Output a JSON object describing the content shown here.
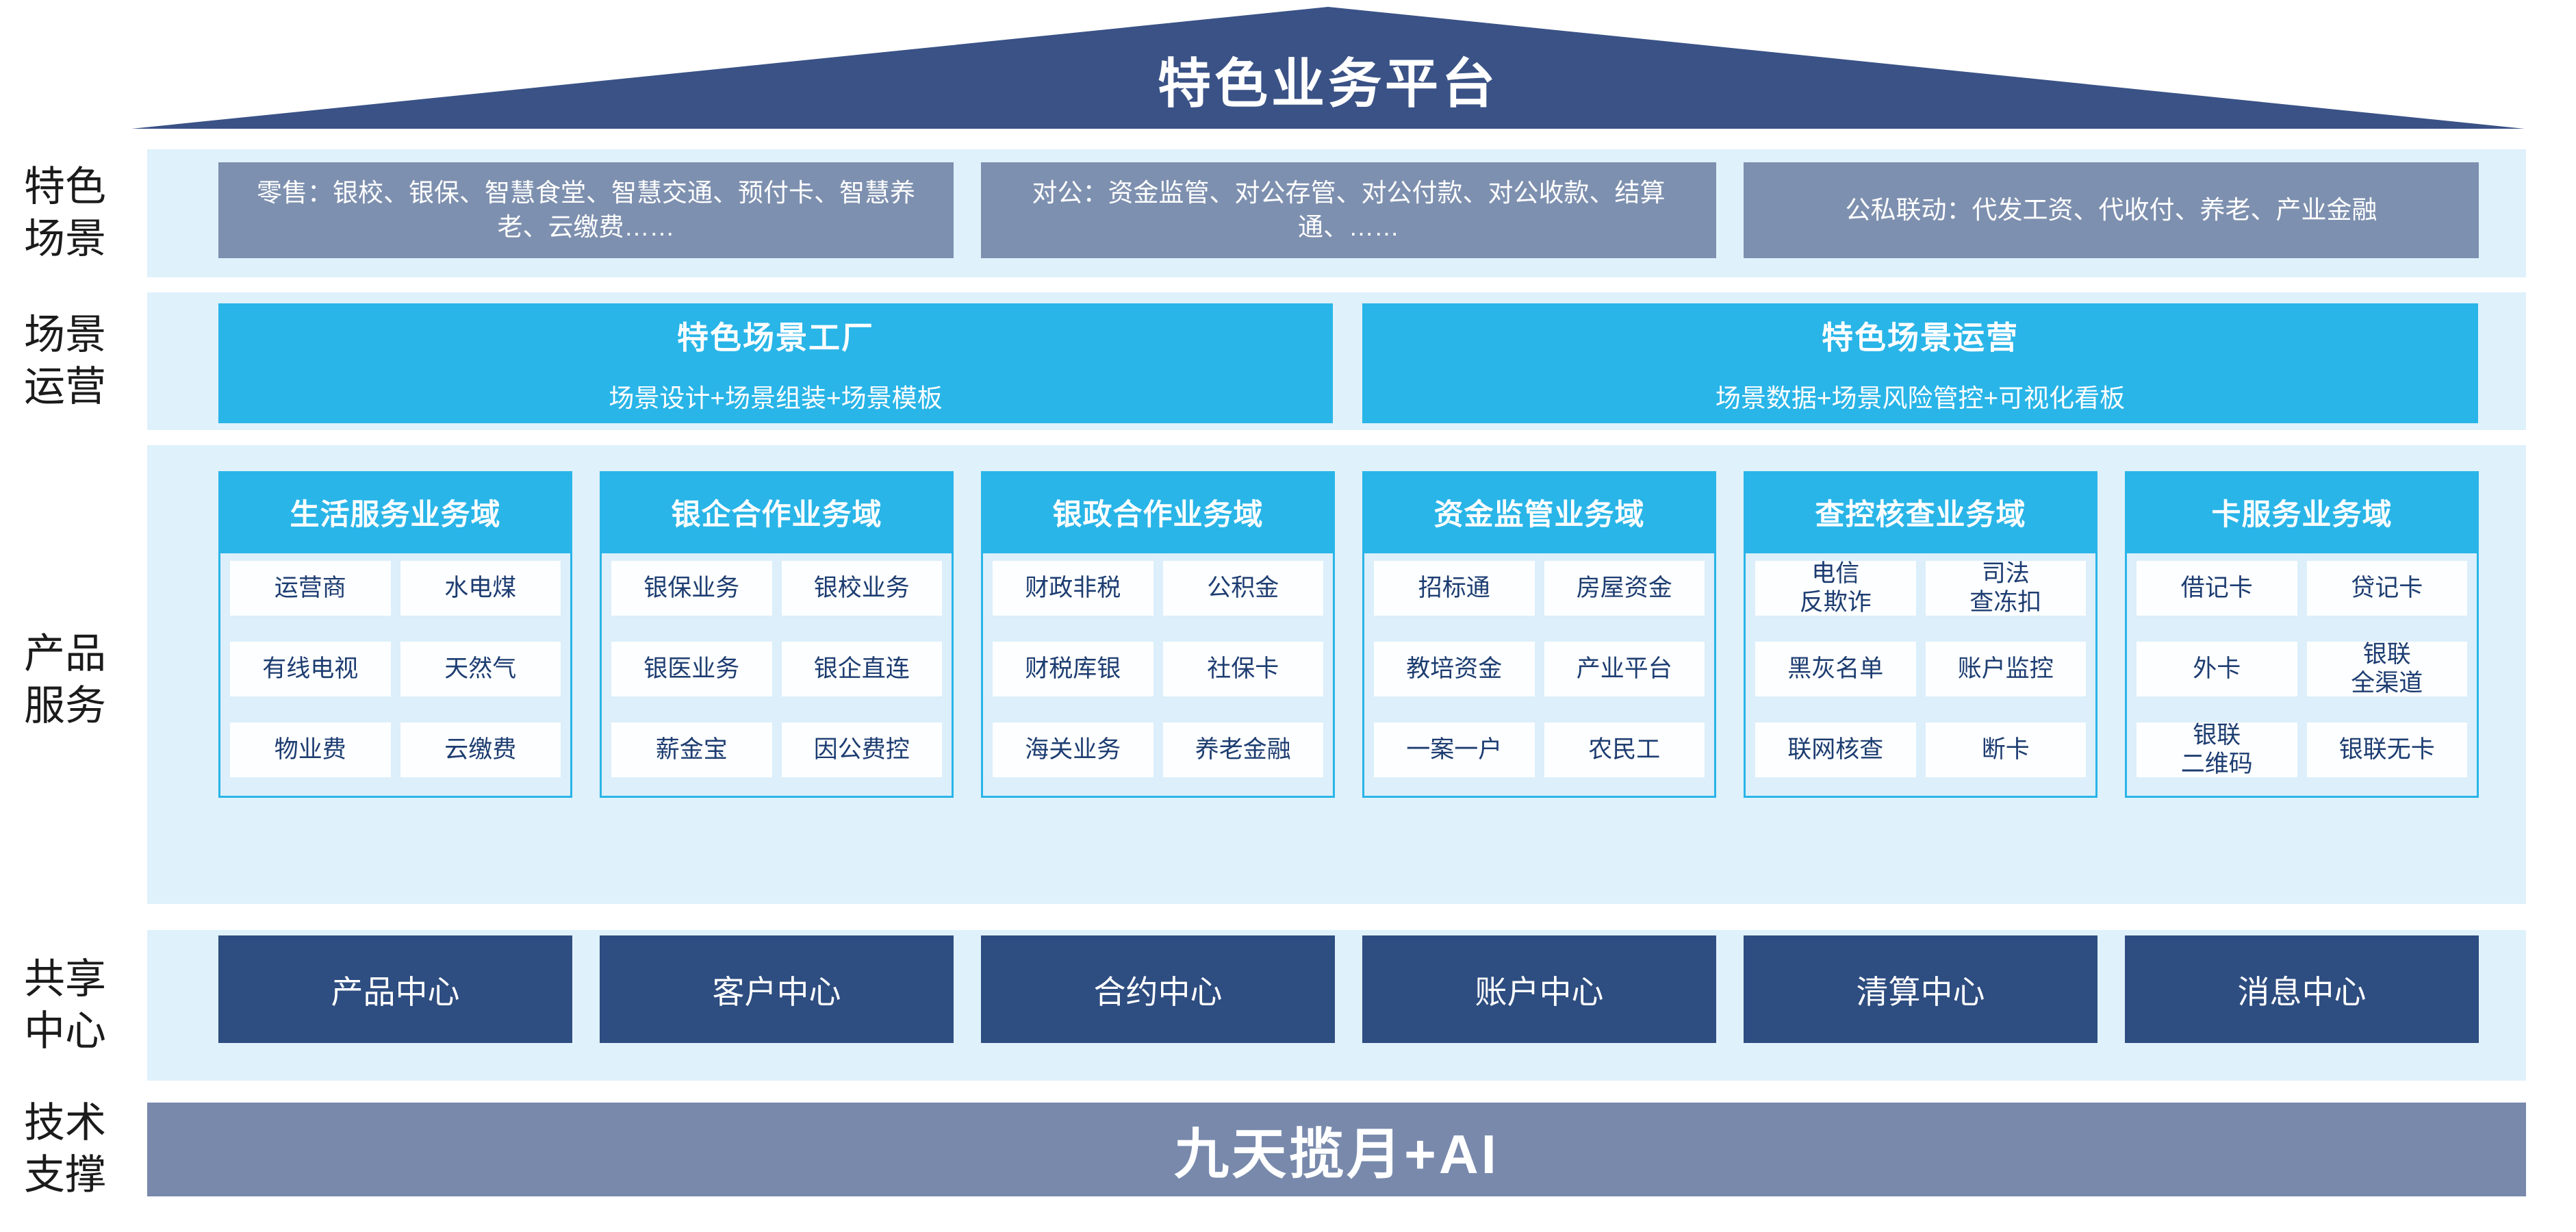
{
  "colors": {
    "roof_navy": "#3a5286",
    "scene_gray": "#7e90af",
    "cyan": "#29b5e8",
    "band_light_blue": "#dff1fb",
    "domain_panel": "#dceffa",
    "cell_text_navy": "#1d3d71",
    "center_navy": "#2e4d80",
    "tech_bar_gray": "#7889ac"
  },
  "roof": {
    "title": "特色业务平台"
  },
  "side_labels": {
    "scene": "特色\n场景",
    "operation": "场景\n运营",
    "product": "产品\n服务",
    "shared": "共享\n中心",
    "tech": "技术\n支撑"
  },
  "scene_row": {
    "boxes": [
      "零售：银校、银保、智慧食堂、智慧交通、预付卡、智慧养老、云缴费……",
      "对公：资金监管、对公存管、对公付款、对公收款、结算通、……",
      "公私联动：代发工资、代收付、养老、产业金融"
    ]
  },
  "operation_row": {
    "boxes": [
      {
        "title": "特色场景工厂",
        "subtitle": "场景设计+场景组装+场景模板"
      },
      {
        "title": "特色场景运营",
        "subtitle": "场景数据+场景风险管控+可视化看板"
      }
    ]
  },
  "product_row": {
    "domains": [
      {
        "header": "生活服务业务域",
        "cells": [
          "运营商",
          "水电煤",
          "有线电视",
          "天然气",
          "物业费",
          "云缴费"
        ]
      },
      {
        "header": "银企合作业务域",
        "cells": [
          "银保业务",
          "银校业务",
          "银医业务",
          "银企直连",
          "薪金宝",
          "因公费控"
        ]
      },
      {
        "header": "银政合作业务域",
        "cells": [
          "财政非税",
          "公积金",
          "财税库银",
          "社保卡",
          "海关业务",
          "养老金融"
        ]
      },
      {
        "header": "资金监管业务域",
        "cells": [
          "招标通",
          "房屋资金",
          "教培资金",
          "产业平台",
          "一案一户",
          "农民工"
        ]
      },
      {
        "header": "查控核查业务域",
        "cells": [
          "电信\n反欺诈",
          "司法\n查冻扣",
          "黑灰名单",
          "账户监控",
          "联网核查",
          "断卡"
        ]
      },
      {
        "header": "卡服务业务域",
        "cells": [
          "借记卡",
          "贷记卡",
          "外卡",
          "银联\n全渠道",
          "银联\n二维码",
          "银联无卡"
        ]
      }
    ]
  },
  "shared_row": {
    "centers": [
      "产品中心",
      "客户中心",
      "合约中心",
      "账户中心",
      "清算中心",
      "消息中心"
    ]
  },
  "tech_row": {
    "label": "九天揽月+AI"
  }
}
